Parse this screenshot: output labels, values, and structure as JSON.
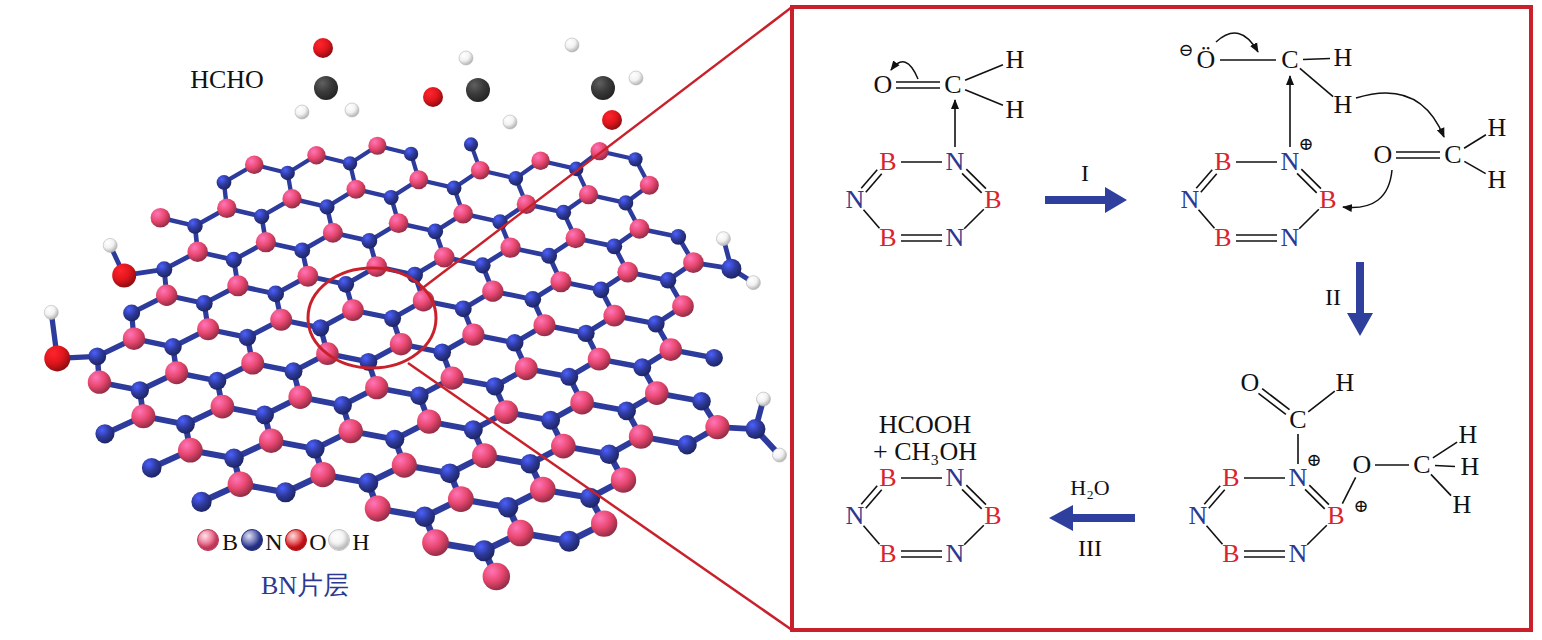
{
  "diagram": {
    "nodes": [
      {
        "text": [
          "O",
          "C",
          "H",
          "H",
          "B",
          "N",
          "N",
          "B",
          "B",
          "N",
          "I",
          "⊖",
          "Ö",
          "C",
          "H",
          "H",
          "O",
          "C",
          "H",
          "H",
          "B",
          "N",
          "⊕",
          "N",
          "B",
          "B",
          "N",
          "II",
          "O",
          "H",
          "C",
          "O",
          "C",
          "H",
          "H",
          "H",
          "B",
          "N",
          "⊕",
          "N",
          "B",
          "⊕",
          "B",
          "N",
          "H₂O",
          "III",
          "HCOOH + CH₃OH",
          "B",
          "N",
          "N",
          "B",
          "B",
          "N"
        ]
      }
    ],
    "labels": [
      "HCHO",
      "BN片层"
    ],
    "legend": [
      {
        "text": "B",
        "color": "#e8476f"
      },
      {
        "text": "N",
        "color": "#2e3a9c"
      },
      {
        "text": "O",
        "color": "#e0161c"
      },
      {
        "text": "H",
        "color": "#f2f2f2"
      }
    ]
  }
}
